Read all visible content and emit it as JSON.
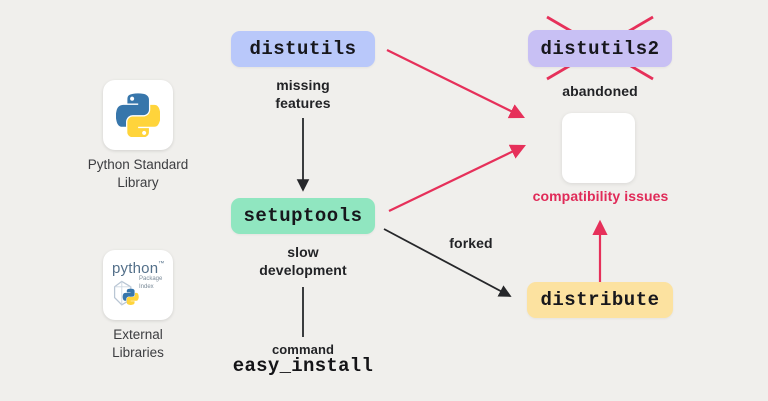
{
  "colors": {
    "background": "#f0efec",
    "accent_red": "#e6305a",
    "ink": "#222326",
    "distutils_box": "#b9c8fa",
    "distutils2_box": "#c8c0f4",
    "setuptools_box": "#90e6c0",
    "distribute_box": "#fce2a0",
    "card_bg": "#ffffff"
  },
  "left_panel": {
    "python_card": {
      "icon": "python-logo",
      "label": "Python Standard\nLibrary"
    },
    "pypi_card": {
      "icon": "pypi-logo",
      "logo_word": "python",
      "logo_tm": "™",
      "logo_sub": "Package\nIndex",
      "label": "External\nLibraries"
    }
  },
  "diagram": {
    "nodes": {
      "distutils": "distutils",
      "distutils2": "distutils2",
      "setuptools": "setuptools",
      "distribute": "distribute",
      "easy_install": "easy_install"
    },
    "labels": {
      "missing_features": "missing\nfeatures",
      "abandoned": "abandoned",
      "slow_development": "slow\ndevelopment",
      "forked": "forked",
      "command": "command",
      "compatibility_issues": "compatibility issues"
    }
  }
}
